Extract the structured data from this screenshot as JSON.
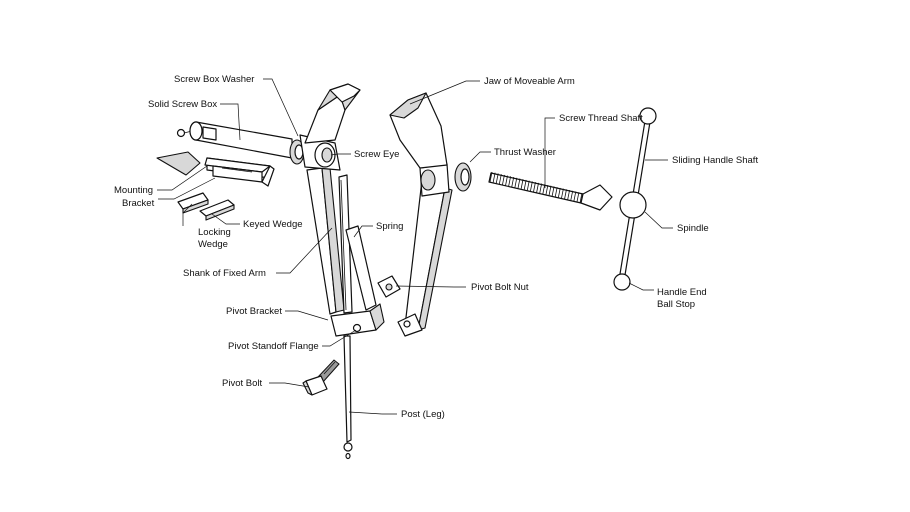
{
  "labels": {
    "screw_box_washer": "Screw Box Washer",
    "solid_screw_box": "Solid Screw Box",
    "mounting_bracket_1": "Mounting",
    "mounting_bracket_2": "Bracket",
    "locking_wedge_1": "Locking",
    "locking_wedge_2": "Wedge",
    "keyed_wedge": "Keyed Wedge",
    "shank_of_fixed_arm": "Shank of Fixed Arm",
    "pivot_bracket": "Pivot Bracket",
    "pivot_standoff_flange": "Pivot Standoff Flange",
    "pivot_bolt": "Pivot Bolt",
    "post_leg": "Post (Leg)",
    "screw_eye": "Screw Eye",
    "spring": "Spring",
    "pivot_bolt_nut": "Pivot Bolt Nut",
    "jaw_of_moveable_arm": "Jaw of Moveable Arm",
    "thrust_washer": "Thrust Washer",
    "screw_thread_shaft": "Screw Thread Shaft",
    "sliding_handle_shaft": "Sliding Handle Shaft",
    "spindle": "Spindle",
    "handle_end_ball_stop_1": "Handle End",
    "handle_end_ball_stop_2": "Ball Stop"
  }
}
